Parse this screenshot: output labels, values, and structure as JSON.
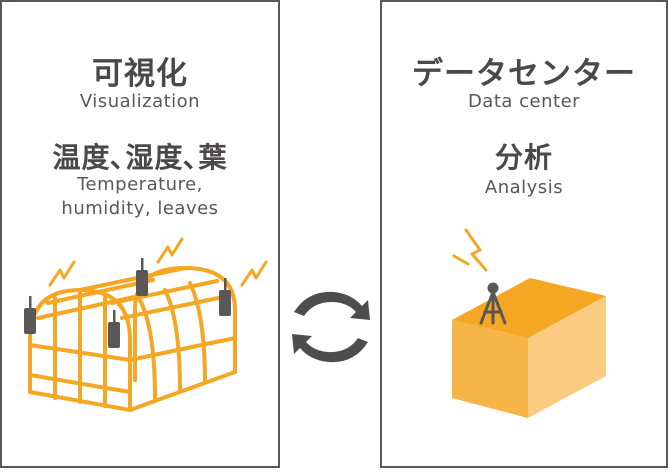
{
  "left_panel": {
    "title": "可視化",
    "subtitle": "Visualization",
    "heading": "温度､湿度､葉",
    "description_line1": "Temperature,",
    "description_line2": "humidity, leaves"
  },
  "right_panel": {
    "title": "データセンター",
    "subtitle": "Data center",
    "heading": "分析",
    "description": "Analysis"
  },
  "colors": {
    "accent_orange": "#f5a623",
    "light_orange": "#fbc97a",
    "lighter_orange": "#fcd494",
    "border_gray": "#595757",
    "icon_gray": "#4d4d4d"
  },
  "icons": {
    "greenhouse": "greenhouse-icon",
    "sensors": "sensor-icon",
    "exchange": "sync-arrows-icon",
    "server_box": "data-center-box-icon",
    "antenna": "antenna-icon",
    "signal": "lightning-signal-icon"
  }
}
